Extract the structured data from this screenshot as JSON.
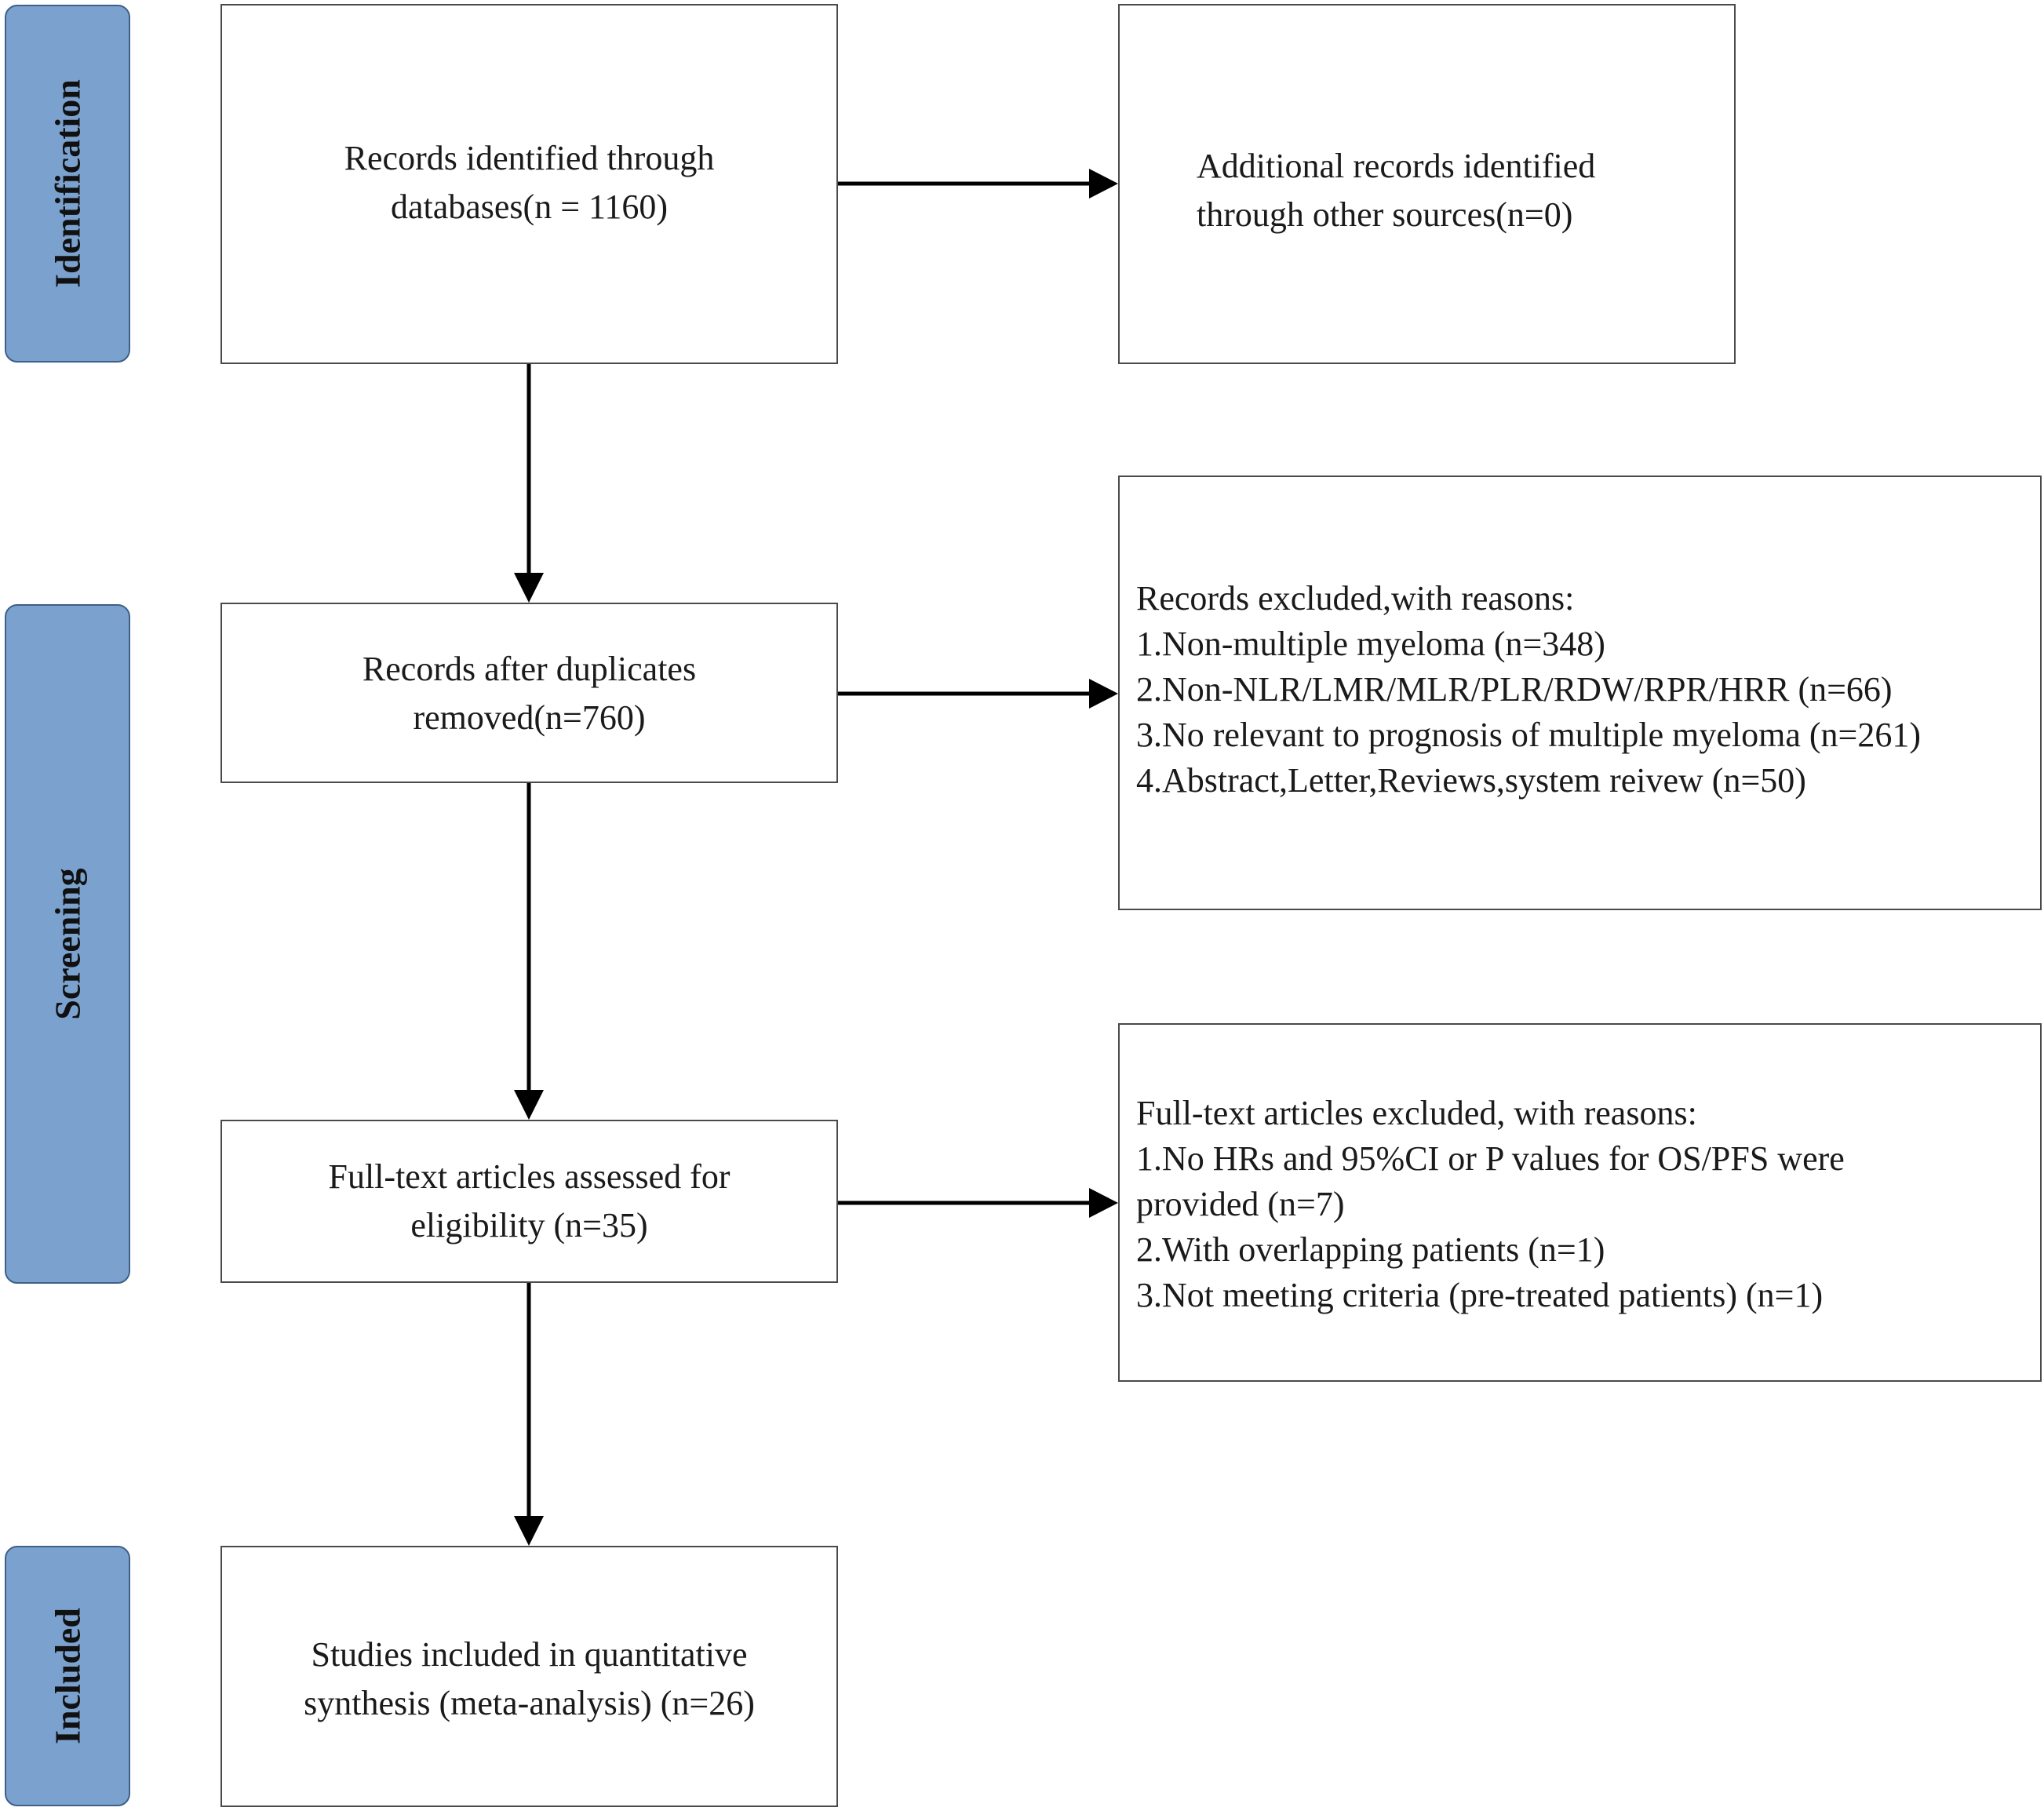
{
  "stages": {
    "identification": "Identification",
    "screening": "Screening",
    "included": "Included"
  },
  "boxes": {
    "records_identified": {
      "lines": [
        "Records identified through",
        "databases(n = 1160)"
      ]
    },
    "additional_records": {
      "lines": [
        "Additional records identified",
        "through other sources(n=0)"
      ]
    },
    "after_duplicates": {
      "lines": [
        "Records after duplicates",
        "removed(n=760)"
      ]
    },
    "records_excluded": {
      "lines": [
        "Records excluded,with reasons:",
        "1.Non-multiple myeloma (n=348)",
        "2.Non-NLR/LMR/MLR/PLR/RDW/RPR/HRR (n=66)",
        "3.No relevant to prognosis of multiple myeloma (n=261)",
        "4.Abstract,Letter,Reviews,system reivew (n=50)"
      ]
    },
    "fulltext_assessed": {
      "lines": [
        "Full-text articles assessed for",
        "eligibility (n=35)"
      ]
    },
    "fulltext_excluded": {
      "lines": [
        "Full-text articles excluded, with reasons:",
        "1.No HRs and 95%CI or P values for OS/PFS were",
        "provided (n=7)",
        "2.With overlapping patients (n=1)",
        "3.Not meeting criteria (pre-treated patients) (n=1)"
      ]
    },
    "studies_included": {
      "lines": [
        "Studies included in quantitative",
        "synthesis (meta-analysis) (n=26)"
      ]
    }
  },
  "colors": {
    "stage_fill": "#7ba2cf",
    "stage_border": "#3f5f86",
    "box_border": "#4a4a4a",
    "arrow": "#000000"
  }
}
